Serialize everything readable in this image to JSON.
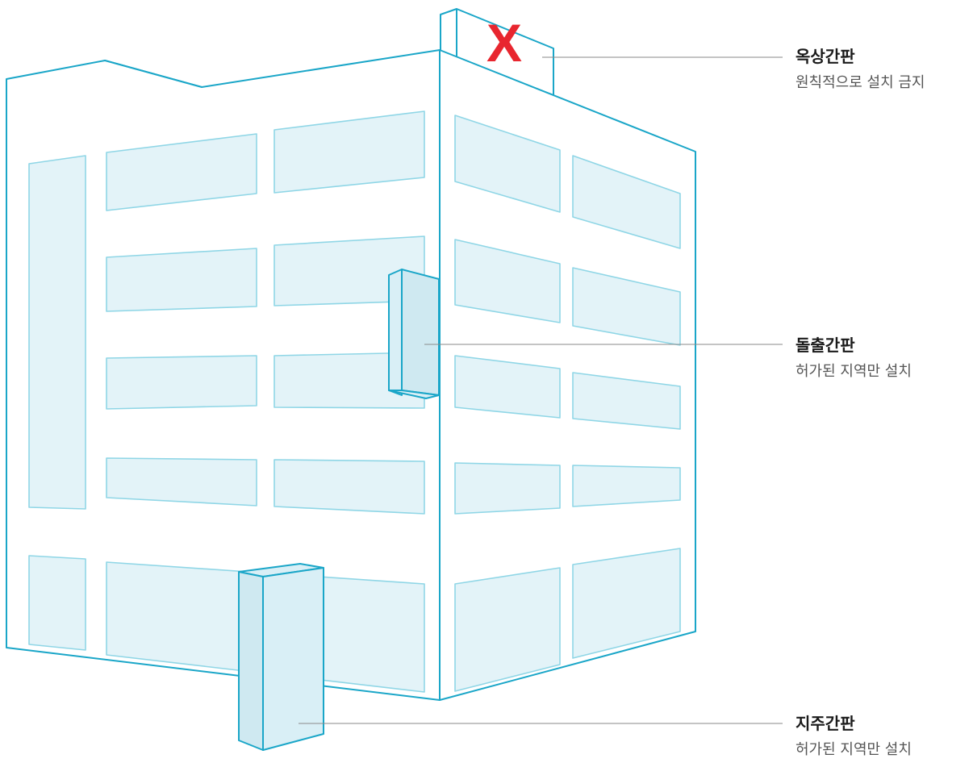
{
  "labels": {
    "rooftop": {
      "title": "옥상간판",
      "desc": "원칙적으로 설치 금지",
      "mark": "X"
    },
    "projecting": {
      "title": "돌출간판",
      "desc": "허가된 지역만 설치"
    },
    "pole": {
      "title": "지주간판",
      "desc": "허가된 지역만 설치"
    }
  },
  "colors": {
    "outline": "#1aa6c8",
    "window_fill": "#e3f3f8",
    "window_stroke": "#8fd6e6",
    "sign_fill": "#cfe9f1",
    "forbid_mark": "#e8262f",
    "leader_line": "#8a8a8a"
  }
}
